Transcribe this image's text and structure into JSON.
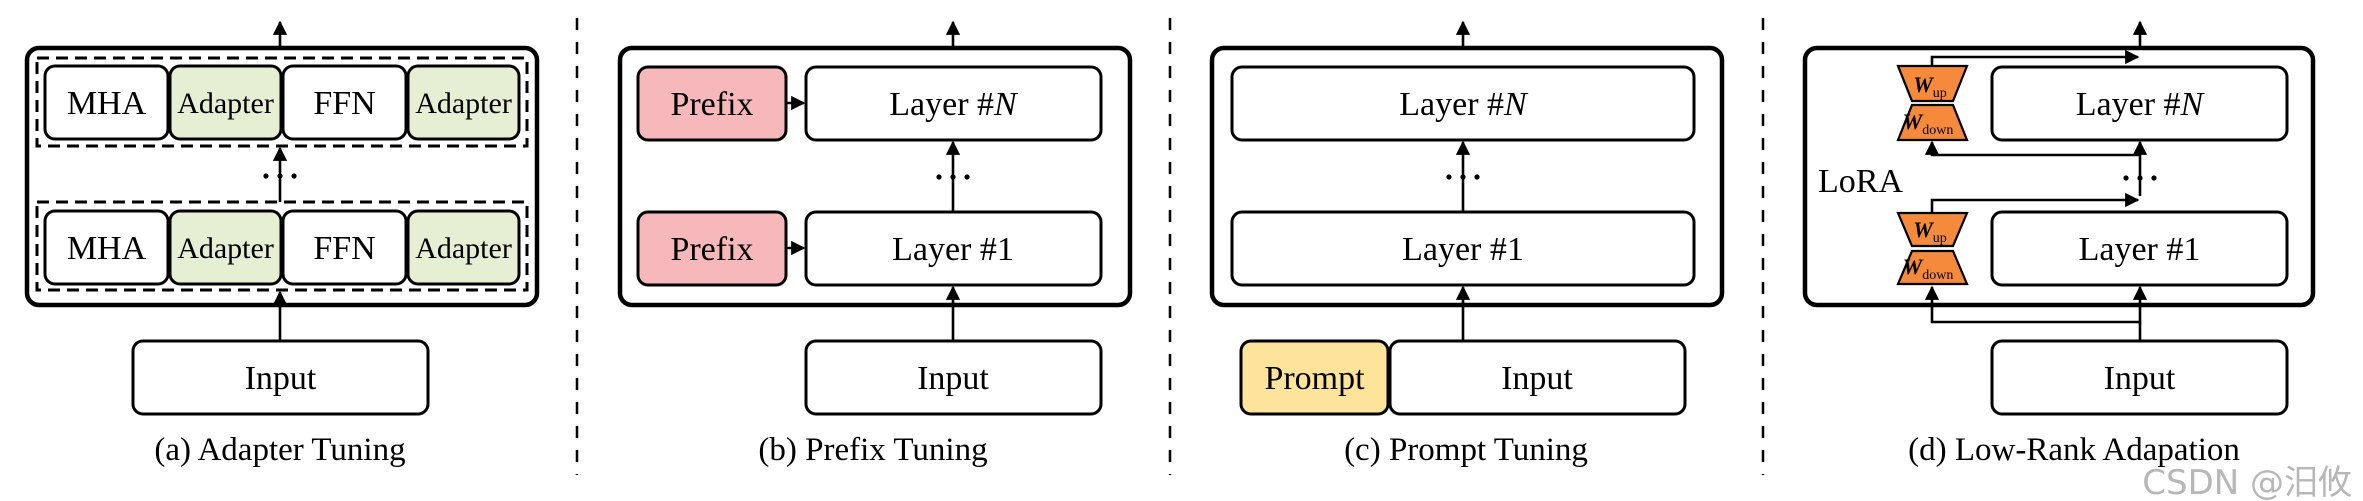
{
  "colors": {
    "adapter": "#e6efd3",
    "prefix": "#f7b8bb",
    "prompt": "#fde49a",
    "lora": "#f58a3d"
  },
  "adapter": {
    "caption": "(a) Adapter Tuning",
    "mha": "MHA",
    "adapter": "Adapter",
    "ffn": "FFN",
    "input": "Input"
  },
  "prefix": {
    "caption": "(b) Prefix Tuning",
    "prefix": "Prefix",
    "layer_n_text": "Layer #",
    "layer_n_var": "N",
    "layer_1": "Layer #1",
    "input": "Input"
  },
  "prompt": {
    "caption": "(c) Prompt Tuning",
    "prompt": "Prompt",
    "layer_n_text": "Layer #",
    "layer_n_var": "N",
    "layer_1": "Layer #1",
    "input": "Input"
  },
  "lora": {
    "caption": "(d) Low-Rank Adapation",
    "label": "LoRA",
    "w": "W",
    "up": "up",
    "down": "down",
    "layer_n_text": "Layer #",
    "layer_n_var": "N",
    "layer_1": "Layer #1",
    "input": "Input"
  },
  "watermark": "CSDN @汨攸"
}
